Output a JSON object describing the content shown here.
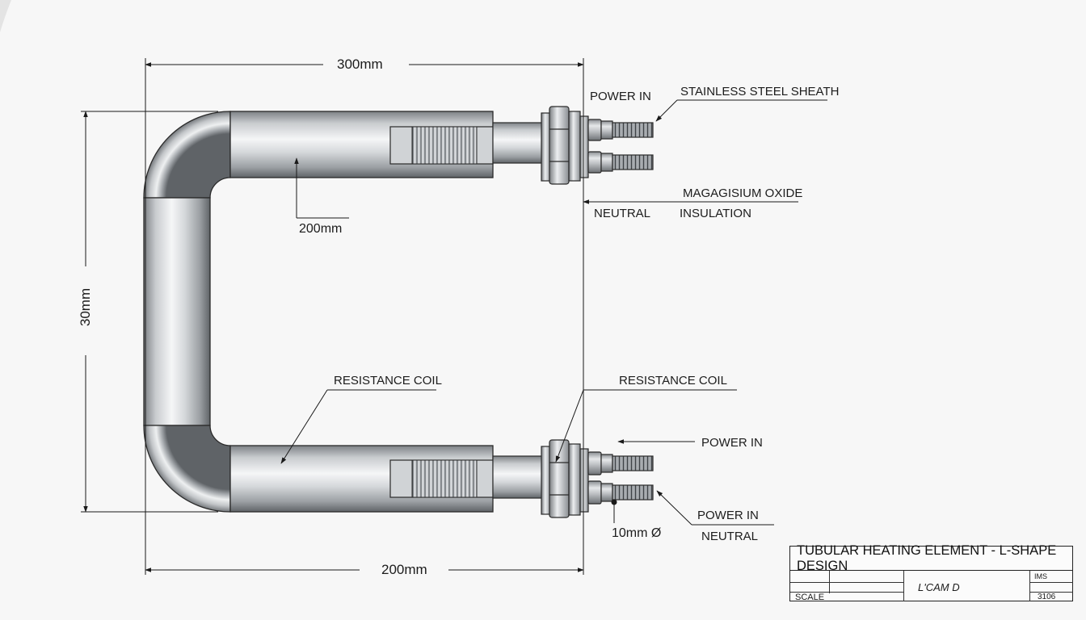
{
  "dimensions": {
    "top_width": "300mm",
    "upper_leg": "200mm",
    "height": "30mm",
    "bottom_width": "200mm",
    "diameter": "10mm Ø"
  },
  "callouts": {
    "power_in_top": "POWER IN",
    "stainless_steel_sheath": "STAINLESS STEEL SHEATH",
    "magnesium_oxide": "MAGAGISIUM OXIDE",
    "neutral_top": "NEUTRAL",
    "insulation": "INSULATION",
    "resistance_coil_left": "RESISTANCE COIL",
    "resistance_coil_right": "RESISTANCE COIL",
    "power_in_bottom_1": "POWER IN",
    "power_in_bottom_2": "POWER IN",
    "neutral_bottom": "NEUTRAL"
  },
  "title_block": {
    "title": "TUBULAR HEATING ELEMENT - L-SHAPE DESIGN",
    "drawn_by": "L'CAM D",
    "rev": "IMS",
    "scale_label": "SCALE",
    "number": "3106"
  },
  "colors": {
    "line": "#1a1a1a",
    "steel_light": "#f2f3f4",
    "steel_mid": "#b9bcbf",
    "steel_dark": "#6f7377",
    "background": "#f7f7f7"
  }
}
